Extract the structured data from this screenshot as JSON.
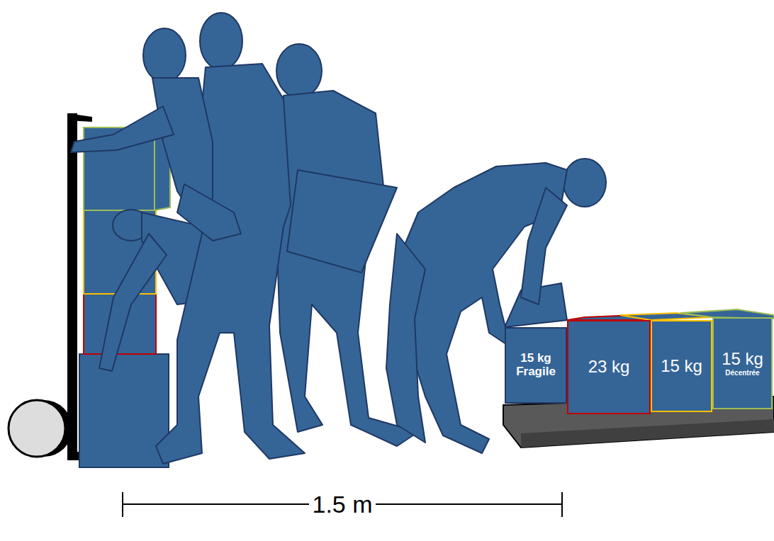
{
  "diagram": {
    "nodes": [
      {
        "text": [
          "15 kg",
          "Fragile"
        ]
      },
      {
        "text": [
          "23 kg"
        ]
      },
      {
        "text": [
          "15 kg"
        ]
      },
      {
        "text": [
          "15 kg",
          "Décentrée"
        ]
      }
    ],
    "labels": [
      "1.5 m"
    ]
  }
}
